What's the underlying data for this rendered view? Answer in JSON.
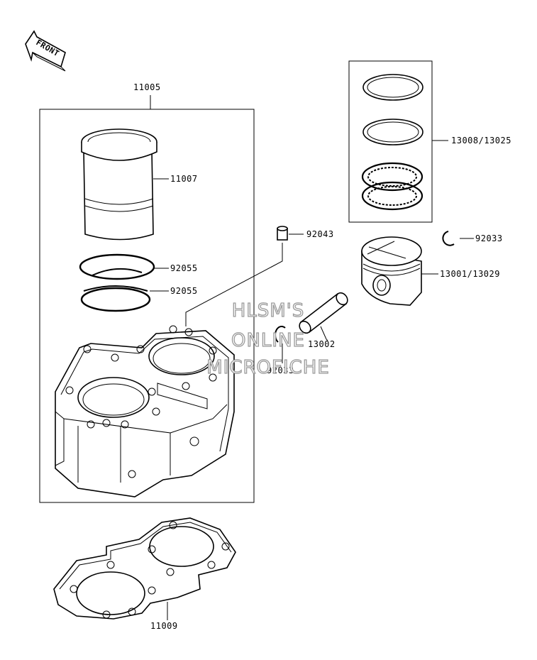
{
  "front_arrow": {
    "text": "FRONT"
  },
  "labels": {
    "p11005": "11005",
    "p11007": "11007",
    "p92055a": "92055",
    "p92055b": "92055",
    "p92043": "92043",
    "p13008": "13008/13025",
    "p92033a": "92033",
    "p13001": "13001/13029",
    "p13002": "13002",
    "p92033b": "92033",
    "p11009": "11009"
  },
  "watermark": {
    "line1": "HLSM'S",
    "line2": "ONLINE",
    "line3": "MICROFICHE"
  }
}
